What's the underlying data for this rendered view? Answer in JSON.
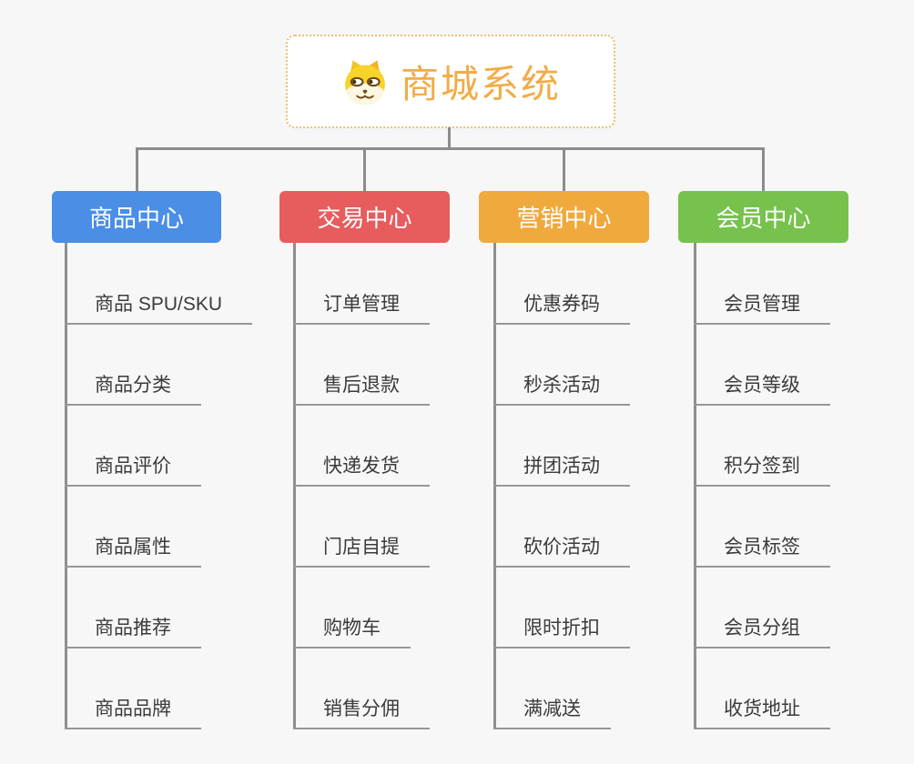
{
  "root": {
    "title": "商城系统",
    "icon": "doge-icon"
  },
  "branches": [
    {
      "label": "商品中心",
      "color": "#4a8ee6",
      "items": [
        "商品 SPU/SKU",
        "商品分类",
        "商品评价",
        "商品属性",
        "商品推荐",
        "商品品牌"
      ]
    },
    {
      "label": "交易中心",
      "color": "#e75c5c",
      "items": [
        "订单管理",
        "售后退款",
        "快递发货",
        "门店自提",
        "购物车",
        "销售分佣"
      ]
    },
    {
      "label": "营销中心",
      "color": "#efa93d",
      "items": [
        "优惠券码",
        "秒杀活动",
        "拼团活动",
        "砍价活动",
        "限时折扣",
        "满减送"
      ]
    },
    {
      "label": "会员中心",
      "color": "#77c24d",
      "items": [
        "会员管理",
        "会员等级",
        "积分签到",
        "会员标签",
        "会员分组",
        "收货地址"
      ]
    }
  ],
  "colors": {
    "background": "#f7f7f7",
    "connector": "#8c8c8c",
    "underline": "#979797",
    "root_accent": "#f2ac46",
    "root_border": "#efbe75",
    "item_text": "#3b3b3b"
  }
}
